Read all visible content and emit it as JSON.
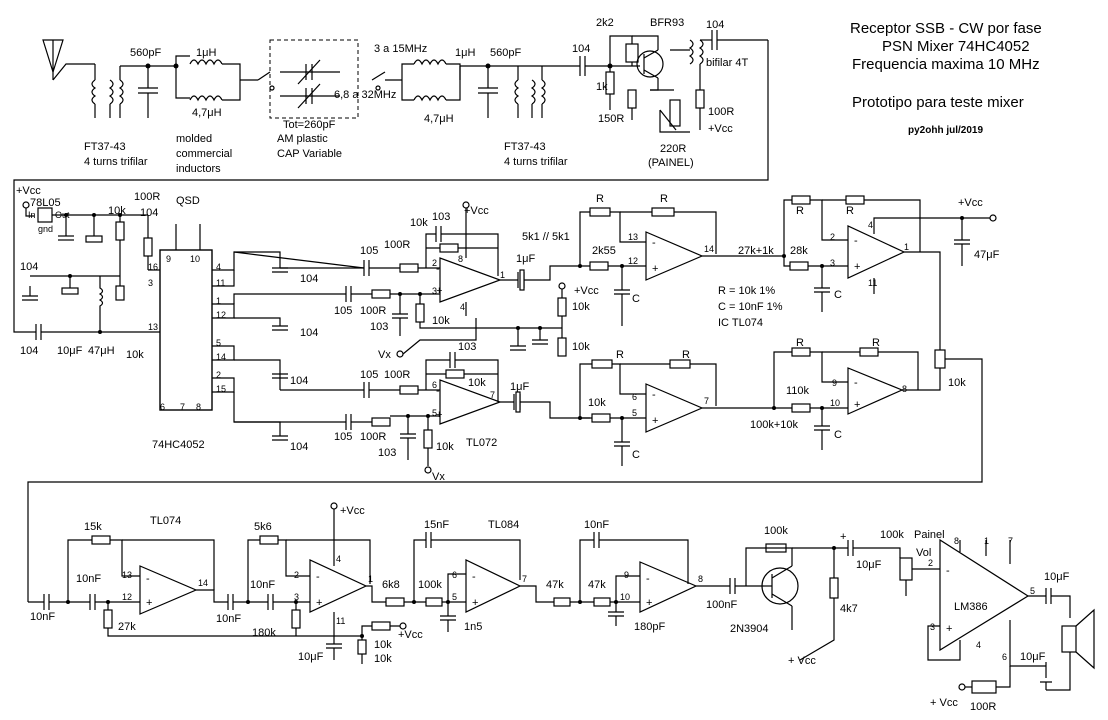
{
  "title": {
    "line1": "Receptor SSB - CW por fase",
    "line2": "PSN Mixer 74HC4052",
    "line3": "Frequencia maxima 10 MHz",
    "line4": "Prototipo para teste mixer",
    "author": "py2ohh jul/2019"
  },
  "front_end": {
    "c_in": "560pF",
    "l1": "1μH",
    "l2": "4,7μH",
    "inductor_note": [
      "molded",
      "commercial",
      "inductors"
    ],
    "band_hi": "3 a 15MHz",
    "band_lo": "6,8 a 32MHz",
    "cap_note": [
      "Tot=260pF",
      "AM plastic",
      "CAP Variable"
    ],
    "l3": "1μH",
    "l4": "4,7μH",
    "c_out": "560pF",
    "xfmr": [
      "FT37-43",
      "4 turns trifilar"
    ],
    "c_coup": "104",
    "r_1k": "1k",
    "r_2k2": "2k2",
    "transistor": "BFR93",
    "r_150": "150R",
    "r_220": "220R",
    "painel": "(PAINEL)",
    "c_104b": "104",
    "bifilar": "bifilar 4T",
    "r_100": "100R",
    "vcc": "+Vcc"
  },
  "qsd": {
    "vcc": "+Vcc",
    "reg": "78L05",
    "reg_in": "In",
    "reg_out": "Out",
    "reg_gnd": "gnd",
    "r_100": "100R",
    "r_10k": "10k",
    "c_104": "104",
    "c_104b": "104",
    "c_104c": "104",
    "c_10u": "10μF",
    "l_47u": "47μH",
    "r_10kb": "10k",
    "label": "QSD",
    "chip": "74HC4052",
    "pins": {
      "p9": "9",
      "p10": "10",
      "p16": "16",
      "p3": "3",
      "p13": "13",
      "p4": "4",
      "p11": "11",
      "p1": "1",
      "p12": "12",
      "p5": "5",
      "p14": "14",
      "p2": "2",
      "p15": "15",
      "p6": "6",
      "p7": "7",
      "p8": "8"
    },
    "caps": [
      "104",
      "104",
      "104",
      "104"
    ]
  },
  "preamp": {
    "c_103a": "103",
    "r_10ka": "10k",
    "c_105a": "105",
    "r_100a": "100R",
    "c_105b": "105",
    "r_100b": "100R",
    "c_103b": "103",
    "r_10kb": "10k",
    "vcc": "+Vcc",
    "pins_a": {
      "p2": "2",
      "p3": "3",
      "p8": "8",
      "p1": "1",
      "p4": "4"
    },
    "c_1ua": "1μF",
    "r_5k1": "5k1 // 5k1",
    "vcc2": "+Vcc",
    "r_10kc": "10k",
    "r_10kd": "10k",
    "vx": "Vx",
    "c_103c": "103",
    "r_10ke": "10k",
    "c_105c": "105",
    "r_100c": "100R",
    "c_105d": "105",
    "r_100d": "100R",
    "c_103d": "103",
    "r_10kf": "10k",
    "vx2": "Vx",
    "pins_b": {
      "p6": "6",
      "p5": "5",
      "p7": "7"
    },
    "c_1ub": "1μF",
    "chip_b": "TL072"
  },
  "pshift": {
    "r_R1": "R",
    "r_R2": "R",
    "r_2k55": "2k55",
    "pins1": {
      "p13": "13",
      "p12": "12",
      "p14": "14"
    },
    "c1": "C",
    "r_R3": "R",
    "r_R4": "R",
    "r_10k": "10k",
    "pins2": {
      "p6": "6",
      "p5": "5",
      "p7": "7"
    },
    "c2": "C",
    "notes": [
      "R = 10k 1%",
      "C = 10nF 1%",
      "IC TL074"
    ],
    "r_27k1k": "27k+1k",
    "r_28k": "28k",
    "r_R5": "R",
    "r_R6": "R",
    "pins3": {
      "p2": "2",
      "p3": "3",
      "p4": "4",
      "p1": "1",
      "p11": "11"
    },
    "c3": "C",
    "vcc": "+Vcc",
    "c_47u": "47μF",
    "r_110k": "110k",
    "r_100k10k": "100k+10k",
    "r_R7": "R",
    "r_R8": "R",
    "pins4": {
      "p9": "9",
      "p10": "10",
      "p8": "8"
    },
    "c4": "C",
    "pot": "10k"
  },
  "audio": {
    "r_15k": "15k",
    "chip1": "TL074",
    "c_10na": "10nF",
    "c_10nb": "10nF",
    "pins1": {
      "p13": "13",
      "p12": "12",
      "p14": "14"
    },
    "r_27k": "27k",
    "r_5k6": "5k6",
    "c_10nc": "10nF",
    "c_10nd": "10nF",
    "vcc": "+Vcc",
    "pins2": {
      "p2": "2",
      "p3": "3",
      "p4": "4",
      "p1": "1",
      "p11": "11"
    },
    "r_180k": "180k",
    "r_6k8": "6k8",
    "c_10u": "10μF",
    "r_10ka": "10k",
    "r_10kb": "10k",
    "vcc2": "+Vcc",
    "c_15n": "15nF",
    "chip2": "TL084",
    "r_100k": "100k",
    "pins3": {
      "p6": "6",
      "p5": "5",
      "p7": "7"
    },
    "c_1n5": "1n5",
    "r_47ka": "47k",
    "c_10ne": "10nF",
    "r_47kb": "47k",
    "pins4": {
      "p9": "9",
      "p10": "10",
      "p8": "8"
    },
    "c_180p": "180pF",
    "c_100n": "100nF",
    "r_100kb": "100k",
    "transistor": "2N3904",
    "r_4k7": "4k7",
    "vcc3": "+ Vcc",
    "plus": "+",
    "c_10ub": "10μF",
    "pot": "100k",
    "painel": "Painel",
    "vol": "Vol",
    "amp": "LM386",
    "pins5": {
      "p2": "2",
      "p3": "3",
      "p8": "8",
      "p1": "1",
      "p7": "7",
      "p5": "5",
      "p4": "4",
      "p6": "6"
    },
    "c_10uc": "10μF",
    "c_10ud": "10μF",
    "vcc4": "+ Vcc",
    "r_100": "100R"
  },
  "icons": [
    "antenna-icon",
    "speaker-icon"
  ]
}
